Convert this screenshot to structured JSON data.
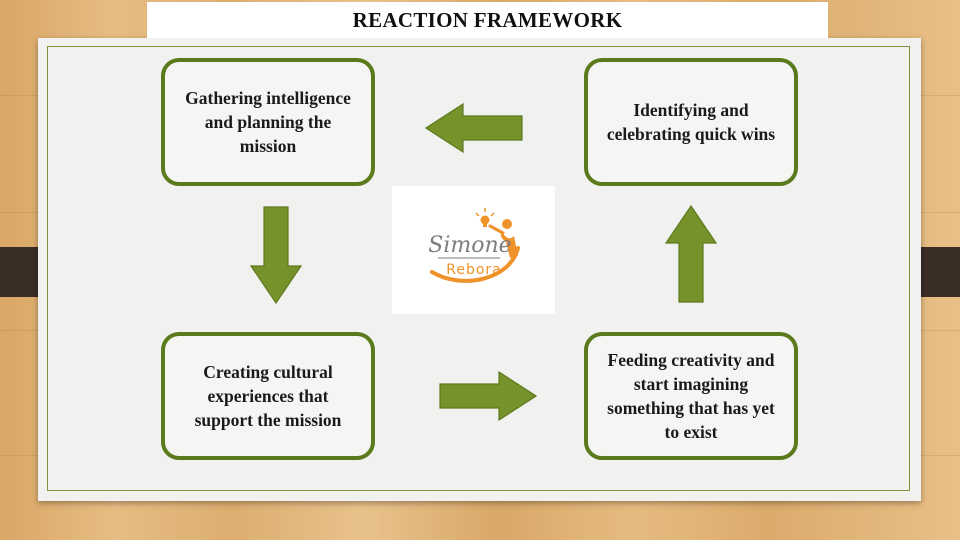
{
  "title": "REACTION FRAMEWORK",
  "steps": {
    "gathering": "Gathering intelligence and planning the mission",
    "creating": "Creating cultural experiences that support the mission",
    "feeding": "Feeding creativity and start imagining something that has yet to exist",
    "identifying": "Identifying and celebrating quick wins"
  },
  "logo": {
    "line1": "Simone",
    "line2": "Rebora"
  },
  "colors": {
    "box_border": "#5a7a1c",
    "arrow_fill": "#76922a",
    "logo_orange": "#f0922a",
    "logo_gray": "#7d7d7d"
  },
  "arrows": [
    "arrow-down",
    "arrow-right",
    "arrow-up",
    "arrow-left"
  ],
  "icons": [
    "lightbulb-icon",
    "person-icon"
  ]
}
